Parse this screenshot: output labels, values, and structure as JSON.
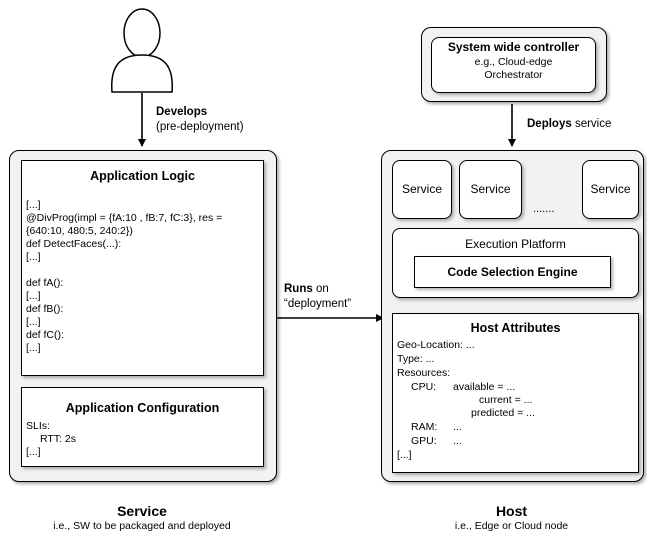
{
  "developer": {
    "action": "Develops",
    "phase": "(pre-deployment)"
  },
  "service_panel": {
    "logic_title": "Application Logic",
    "code_lines": [
      "[...]",
      "@DivProg(impl = {fA:10 , fB:7, fC:3}, res =",
      "{640:10, 480:5, 240:2})",
      "def DetectFaces(...):",
      "[...]",
      "",
      "def fA():",
      "[...]",
      "def fB():",
      "[...]",
      "def fC():",
      "[...]"
    ],
    "config_title": "Application Configuration",
    "config_lines": [
      "SLIs:",
      "RTT: 2s",
      "[...]"
    ],
    "caption_title": "Service",
    "caption_sub": "i.e., SW to be packaged and deployed"
  },
  "runs": {
    "bold": "Runs",
    "rest": " on",
    "line2": "“deployment”"
  },
  "controller": {
    "title": "System wide controller",
    "line1": "e.g., Cloud-edge",
    "line2": "Orchestrator"
  },
  "deploys": {
    "bold": "Deploys",
    "rest": " service"
  },
  "host_panel": {
    "services": [
      "Service",
      "Service",
      "Service"
    ],
    "ellipsis": ".......",
    "execution_platform": "Execution Platform",
    "engine": "Code Selection Engine",
    "attributes_title": "Host Attributes",
    "attr_geo": "Geo-Location: ...",
    "attr_type": "Type: ...",
    "attr_resources": "Resources:",
    "cpu_label": "CPU:",
    "cpu_available": "available = ...",
    "cpu_current": "current = ...",
    "cpu_predicted": "predicted = ...",
    "ram_label": "RAM:",
    "ram_value": "...",
    "gpu_label": "GPU:",
    "gpu_value": "...",
    "attr_more": "[...]",
    "caption_title": "Host",
    "caption_sub": "i.e., Edge or Cloud node"
  }
}
